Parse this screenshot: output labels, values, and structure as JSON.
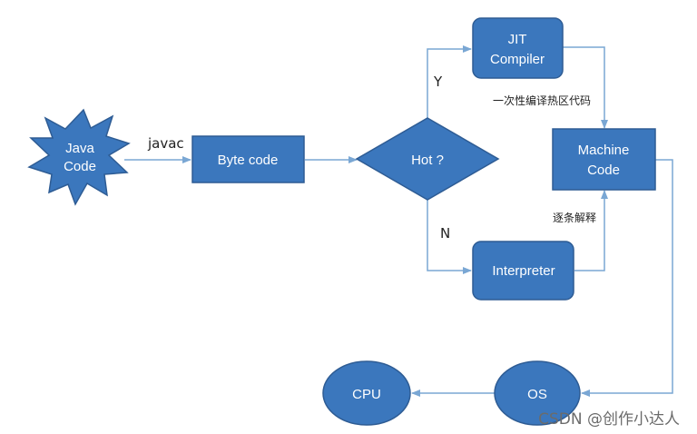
{
  "colors": {
    "node_fill": "#3b77bd",
    "node_stroke": "#2e5c94",
    "edge": "#7aa7d4",
    "text_on_node": "#ffffff",
    "label": "#222222",
    "watermark": "#6b6b6b"
  },
  "nodes": {
    "java_code": {
      "line1": "Java",
      "line2": "Code"
    },
    "byte_code": {
      "label": "Byte code"
    },
    "hot": {
      "label": "Hot ?"
    },
    "jit": {
      "line1": "JIT",
      "line2": "Compiler"
    },
    "machine": {
      "line1": "Machine",
      "line2": "Code"
    },
    "interpreter": {
      "label": "Interpreter"
    },
    "os": {
      "label": "OS"
    },
    "cpu": {
      "label": "CPU"
    }
  },
  "edge_labels": {
    "javac": "javac",
    "yes": "Y",
    "no": "N",
    "jit_note": "一次性编译热区代码",
    "interp_note": "逐条解释"
  },
  "watermark": "CSDN @创作小达人"
}
